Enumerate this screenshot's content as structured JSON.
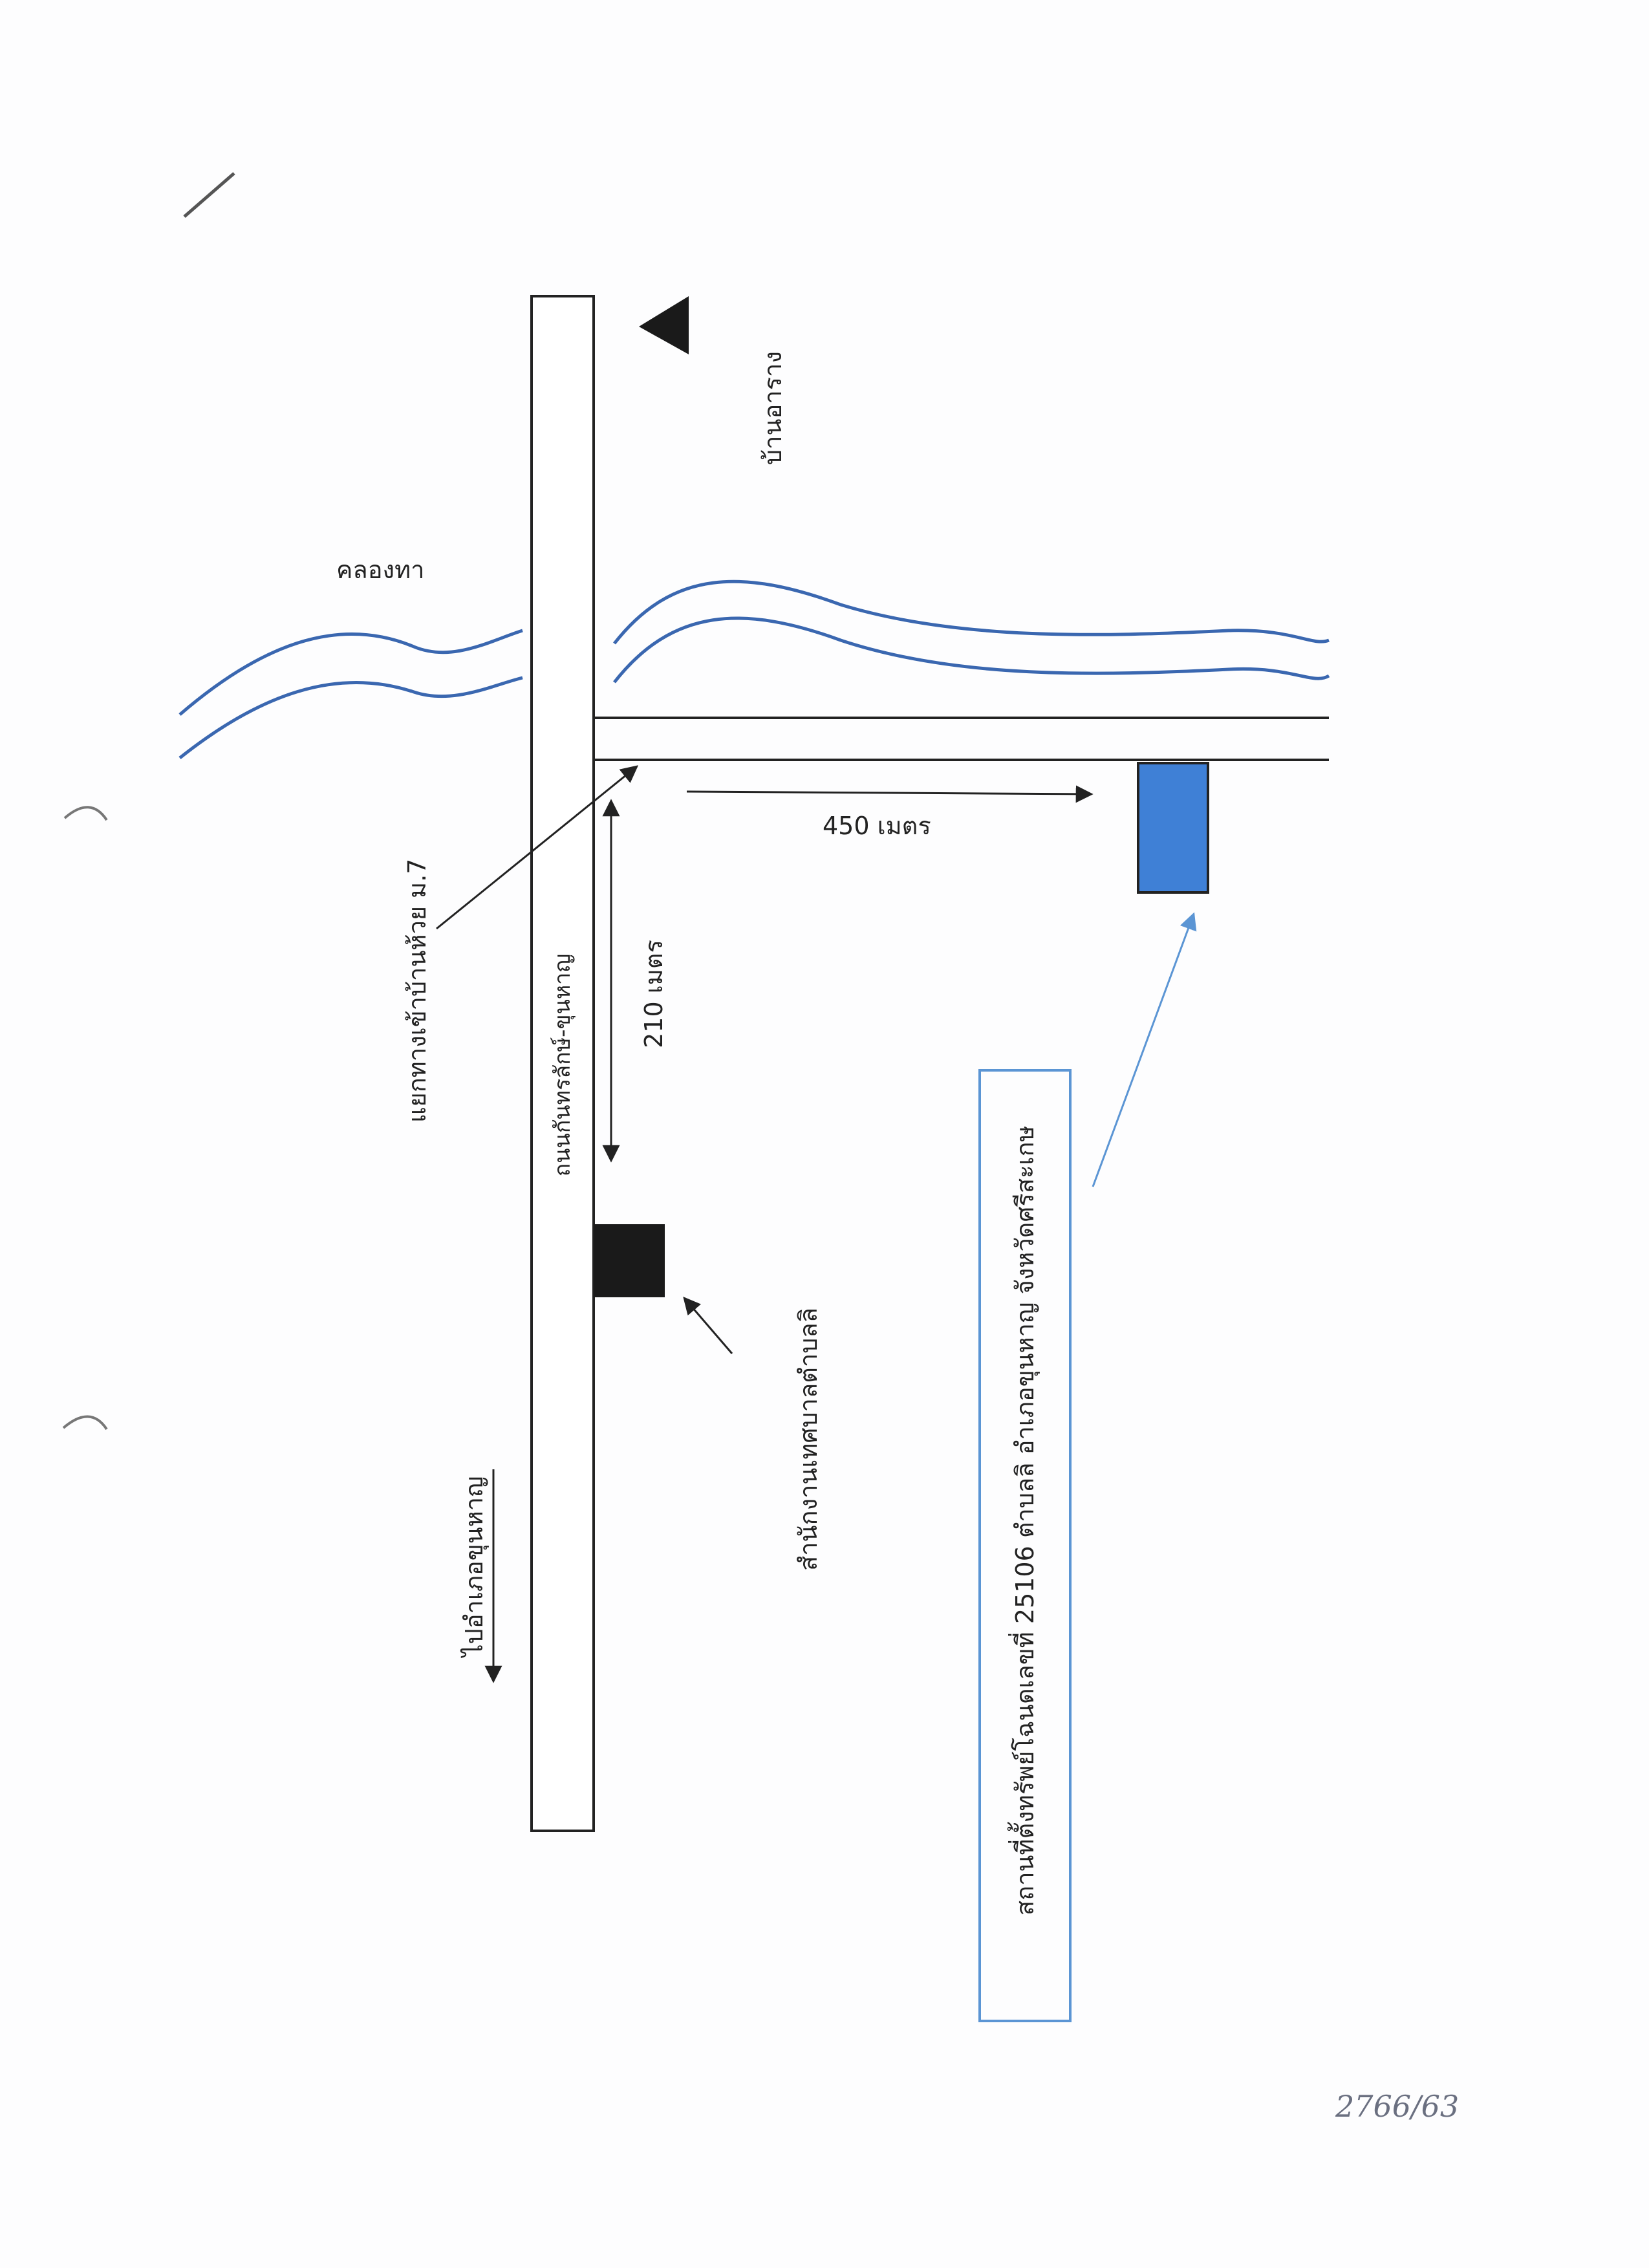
{
  "map": {
    "main_road_label": "ถนนกันทรลักษ์-ขุนหาญ",
    "canal_label": "คลองทา",
    "village_label": "บ้านอาราง",
    "junction_label": "แยกทางเข้าบ้านห้วย ม.7",
    "distance_side_road": "450 เมตร",
    "distance_main_road": "210 เมตร",
    "office_label": "สำนักงานเทศบาลตำบลลิ",
    "direction_label": "ไปอำเภอขุนหาญ",
    "property_label": "สถานที่ตั้งทรัพย์โฉนดเลขที่ 25106 ตำบลลิ อำเภอขุนหาญ จังหวัดศรีสะเกษ",
    "page_note": "2766/63",
    "north_symbol": "north-triangle-icon",
    "colors": {
      "road_outline": "#222222",
      "river": "#3a67b0",
      "property_fill": "#3f80d6",
      "office_fill": "#1a1a1a",
      "callout_box": "#5b95d4",
      "pointer_line": "#5b95d4"
    }
  }
}
